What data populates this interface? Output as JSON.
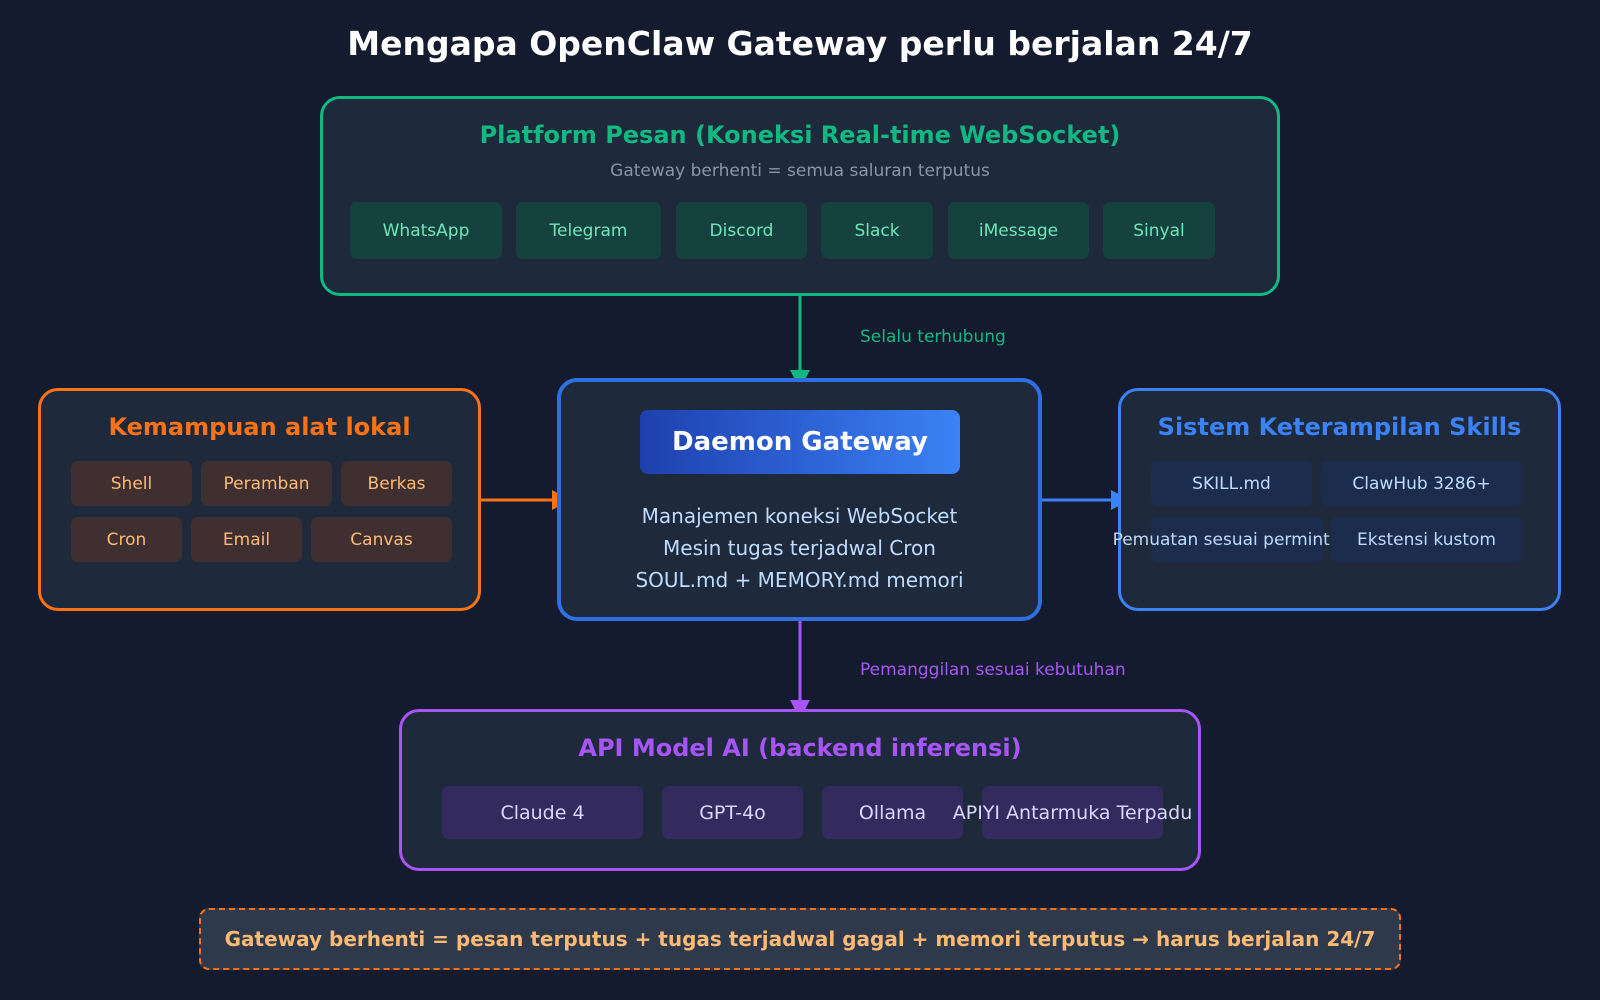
{
  "title": "Mengapa OpenClaw Gateway perlu berjalan 24/7",
  "messaging": {
    "title": "Platform Pesan (Koneksi Real-time WebSocket)",
    "subtitle": "Gateway berhenti = semua saluran terputus",
    "platforms": [
      "WhatsApp",
      "Telegram",
      "Discord",
      "Slack",
      "iMessage",
      "Sinyal"
    ]
  },
  "gateway": {
    "title": "Daemon Gateway",
    "features": [
      "Manajemen koneksi WebSocket",
      "Mesin tugas terjadwal Cron",
      "SOUL.md + MEMORY.md memori"
    ]
  },
  "tools": {
    "title": "Kemampuan alat lokal",
    "items": [
      "Shell",
      "Peramban",
      "Berkas",
      "Cron",
      "Email",
      "Canvas"
    ]
  },
  "skills": {
    "title": "Sistem Keterampilan Skills",
    "items": [
      "SKILL.md",
      "ClawHub 3286+",
      "Pemuatan sesuai permintaan",
      "Ekstensi kustom"
    ]
  },
  "models": {
    "title": "API Model AI (backend inferensi)",
    "items": [
      "Claude 4",
      "GPT-4o",
      "Ollama",
      "APIYI Antarmuka Terpadu"
    ]
  },
  "connectors": {
    "top_label": "Selalu terhubung",
    "bottom_label": "Pemanggilan sesuai kebutuhan"
  },
  "footer": "Gateway berhenti = pesan terputus + tugas terjadwal gagal + memori terputus → harus berjalan 24/7",
  "colors": {
    "background": "#141b2e",
    "green": "#10b981",
    "orange": "#f97316",
    "blue": "#3b82f6",
    "purple": "#a855f7"
  }
}
